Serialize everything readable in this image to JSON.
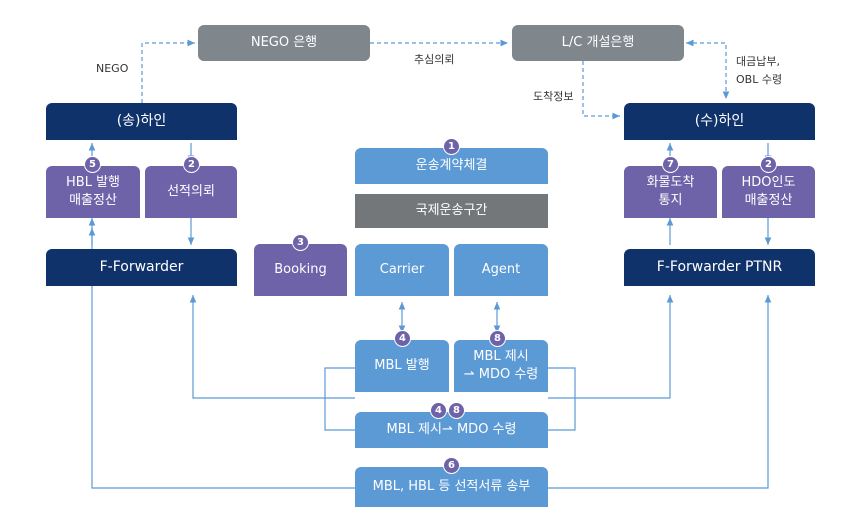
{
  "boxes": {
    "nego_bank": "NEGO 은행",
    "lc_bank": "L/C 개설은행",
    "shipper": "(송)하인",
    "consignee": "(수)하인",
    "contract": "운송계약체결",
    "intl_transport": "국제운송구간",
    "hbl_issue_line1": "HBL 발행",
    "hbl_issue_line2": "매출정산",
    "shipping_request": "선적의뢰",
    "cargo_arrival_line1": "화물도착",
    "cargo_arrival_line2": "통지",
    "hdo_delivery_line1": "HDO인도",
    "hdo_delivery_line2": "매출정산",
    "f_forwarder": "F-Forwarder",
    "f_forwarder_ptnr": "F-Forwarder PTNR",
    "booking": "Booking",
    "carrier": "Carrier",
    "agent": "Agent",
    "mbl_issue": "MBL 발행",
    "mbl_present_line1": "MBL 제시",
    "mbl_present_line2": "⇀ MDO 수령",
    "mbl_present_mdo": "MBL 제시⇀ MDO 수령",
    "doc_send": "MBL, HBL 등 선적서류 송부"
  },
  "labels": {
    "nego": "NEGO",
    "collection_request": "추심의뢰",
    "arrival_info": "도착정보",
    "payment_line1": "대금납부,",
    "payment_line2": "OBL 수령"
  },
  "badges": {
    "b1": "1",
    "b2_left": "2",
    "b2_right": "2",
    "b3": "3",
    "b4_carrier": "4",
    "b4_mid": "4",
    "b5": "5",
    "b6": "6",
    "b7": "7",
    "b8_agent": "8",
    "b8_mid": "8"
  },
  "colors": {
    "navy": "#10326b",
    "grey": "#7f878c",
    "purple": "#6e62a8",
    "blue": "#5c9ad6",
    "dark_grey": "#747779"
  }
}
